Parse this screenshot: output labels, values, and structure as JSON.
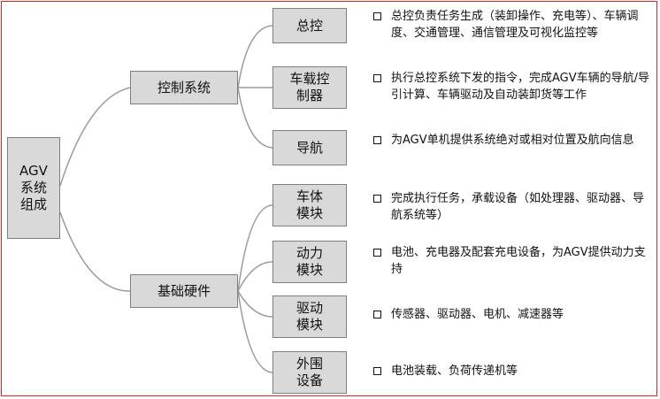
{
  "root": {
    "lines": [
      "AGV",
      "系统",
      "组成"
    ]
  },
  "branches": [
    {
      "label": "控制系统"
    },
    {
      "label": "基础硬件"
    }
  ],
  "leaves": [
    {
      "lines": [
        "总控"
      ],
      "desc": "总控负责任务生成（装卸操作、充电等）、车辆调度、交通管理、通信管理及可视化监控等"
    },
    {
      "lines": [
        "车载控",
        "制器"
      ],
      "desc": "执行总控系统下发的指令，完成AGV车辆的导航/导引计算、车辆驱动及自动装卸货等工作"
    },
    {
      "lines": [
        "导航"
      ],
      "desc": "为AGV单机提供系统绝对或相对位置及航向信息"
    },
    {
      "lines": [
        "车体",
        "模块"
      ],
      "desc": "完成执行任务，承载设备（如处理器、驱动器、导航系统等）"
    },
    {
      "lines": [
        "动力",
        "模块"
      ],
      "desc": "电池、充电器及配套充电设备，为AGV提供动力支持"
    },
    {
      "lines": [
        "驱动",
        "模块"
      ],
      "desc": "传感器、驱动器、电机、减速器等"
    },
    {
      "lines": [
        "外围",
        "设备"
      ],
      "desc": "电池装载、负荷传递机等"
    }
  ],
  "colors": {
    "frame": "#d9262b",
    "box_fill": "#d9d9d9",
    "box_border": "#7f7f7f",
    "connector": "#9b9b9b"
  }
}
